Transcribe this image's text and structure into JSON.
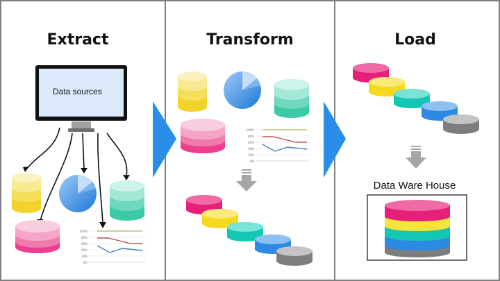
{
  "panels": {
    "extract": {
      "title": "Extract"
    },
    "transform": {
      "title": "Transform"
    },
    "load": {
      "title": "Load"
    }
  },
  "monitor": {
    "label": "Data sources"
  },
  "warehouse": {
    "label": "Data Ware House"
  },
  "mini_chart": {
    "tick_labels": [
      "100%",
      "80%",
      "60%",
      "40%",
      "20%",
      "0%"
    ],
    "series_colors": [
      "#c0504d",
      "#4f81bd",
      "#9bbb59"
    ]
  },
  "colors": {
    "arrow_blue": "#2a8de8",
    "down_arrow_gray": "#a6a6a6",
    "panel_border": "#7f7f7f",
    "magenta": "#e8277e",
    "yellow": "#f7dc2b",
    "teal": "#1fc9b8",
    "blue": "#2f8de4",
    "gray": "#8a8a8a"
  }
}
